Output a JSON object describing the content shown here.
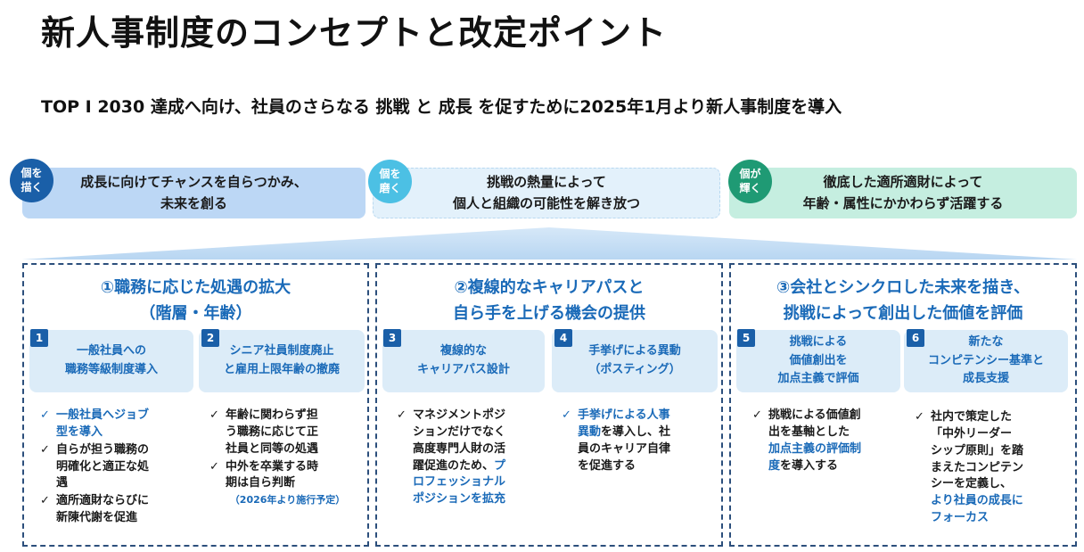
{
  "title": "新人事制度のコンセプトと改定ポイント",
  "subtitle": "TOP I 2030 達成へ向け、社員のさらなる 挑戦 と 成長 を促すために2025年1月より新人事制度を導入",
  "concepts": [
    {
      "badge_l1": "個を",
      "badge_l2": "描く",
      "line1": "成長に向けてチャンスを自らつかみ、",
      "line2": "未来を創る"
    },
    {
      "badge_l1": "個を",
      "badge_l2": "磨く",
      "line1": "挑戦の熱量によって",
      "line2": "個人と組織の可能性を解き放つ"
    },
    {
      "badge_l1": "個が",
      "badge_l2": "輝く",
      "line1": "徹底した適所適財によって",
      "line2": "年齢・属性にかかわらず活躍する"
    }
  ],
  "panels": [
    {
      "title_l1": "①職務に応じた処遇の拡大",
      "title_l2": "（階層・年齢）",
      "items": [
        {
          "num": "1",
          "l1": "一般社員への",
          "l2": "職務等級制度導入"
        },
        {
          "num": "2",
          "l1": "シニア社員制度廃止",
          "l2": "と雇用上限年齢の撤廃"
        }
      ]
    },
    {
      "title_l1": "②複線的なキャリアパスと",
      "title_l2": "自ら手を上げる機会の提供",
      "items": [
        {
          "num": "3",
          "l1": "複線的な",
          "l2": "キャリアパス設計"
        },
        {
          "num": "4",
          "l1": "手挙げによる異動",
          "l2": "（ポスティング）"
        }
      ]
    },
    {
      "title_l1": "③会社とシンクロした未来を描き、",
      "title_l2": "挑戦によって創出した価値を評価",
      "items": [
        {
          "num": "5",
          "l1": "挑戦による",
          "l2": "価値創出を",
          "l3": "加点主義で評価"
        },
        {
          "num": "6",
          "l1": "新たな",
          "l2": "コンピテンシー基準と",
          "l3": "成長支援"
        }
      ]
    }
  ],
  "bullets": {
    "b1_1": [
      "一般社員へジョブ",
      "型を導入"
    ],
    "b1_2": [
      "自らが担う職務の",
      "明確化と適正な処",
      "遇"
    ],
    "b1_3": [
      "適所適財ならびに",
      "新陳代謝を促進"
    ],
    "b2_1": [
      "年齢に関わらず担",
      "う職務に応じて正",
      "社員と同等の処遇"
    ],
    "b2_2": [
      "中外を卒業する時",
      "期は自ら判断"
    ],
    "b2_note": "（2026年より施行予定）",
    "b3_1": [
      "マネジメントポジ",
      "ションだけでなく",
      "高度専門人財の活",
      "躍促進のため、"
    ],
    "b3_1_em": [
      "プ",
      "ロフェッショナル",
      "ポジションを拡充"
    ],
    "b4_1_em": [
      "手挙げによる人事",
      "異動"
    ],
    "b4_1": [
      "を導入し、社",
      "員のキャリア自律",
      "を促進する"
    ],
    "b5_1": [
      "挑戦による価値創",
      "出を基軸とした"
    ],
    "b5_1_em": [
      "加点主義の評価制",
      "度"
    ],
    "b5_1_tail": "を導入する",
    "b6_1": [
      "社内で策定した",
      "「中外リーダー",
      "シップ原則」を踏",
      "まえたコンピテン",
      "シーを定義し、"
    ],
    "b6_1_em": [
      "より社員の成長に",
      "フォーカス"
    ]
  },
  "check_mark": "✓",
  "colors": {
    "accent_blue": "#1a6ab8",
    "badge_navy": "#1a5fa8",
    "badge_cyan": "#4cc0e4",
    "badge_green": "#1f9a74"
  }
}
